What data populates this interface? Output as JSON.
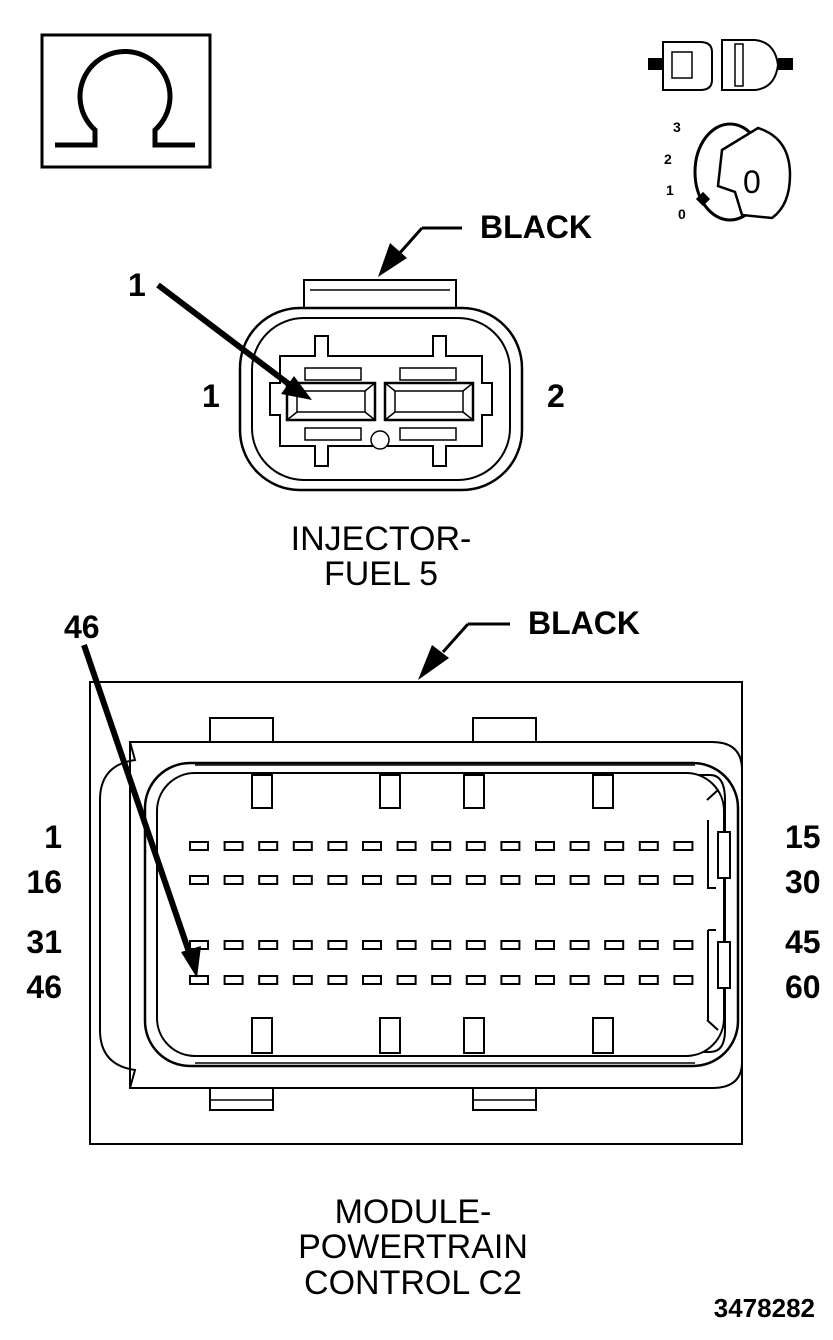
{
  "ohm_icon": {
    "icon": "ohm-symbol-icon"
  },
  "connector_icon": {
    "icon": "disconnected-connector-icon"
  },
  "ignition_icon": {
    "icon": "ignition-key-icon",
    "positions": [
      "3",
      "2",
      "1",
      "0"
    ],
    "key_label": "0"
  },
  "injector": {
    "color_label": "BLACK",
    "probe_pin": "1",
    "left_pin": "1",
    "right_pin": "2",
    "title_line1": "INJECTOR-",
    "title_line2": "FUEL 5"
  },
  "pcm": {
    "color_label": "BLACK",
    "probe_pin": "46",
    "row_labels_left": [
      "1",
      "16",
      "31",
      "46"
    ],
    "row_labels_right": [
      "15",
      "30",
      "45",
      "60"
    ],
    "pins_per_row": 15,
    "title_line1": "MODULE-",
    "title_line2": "POWERTRAIN",
    "title_line3": "CONTROL C2"
  },
  "figure_number": "3478282"
}
